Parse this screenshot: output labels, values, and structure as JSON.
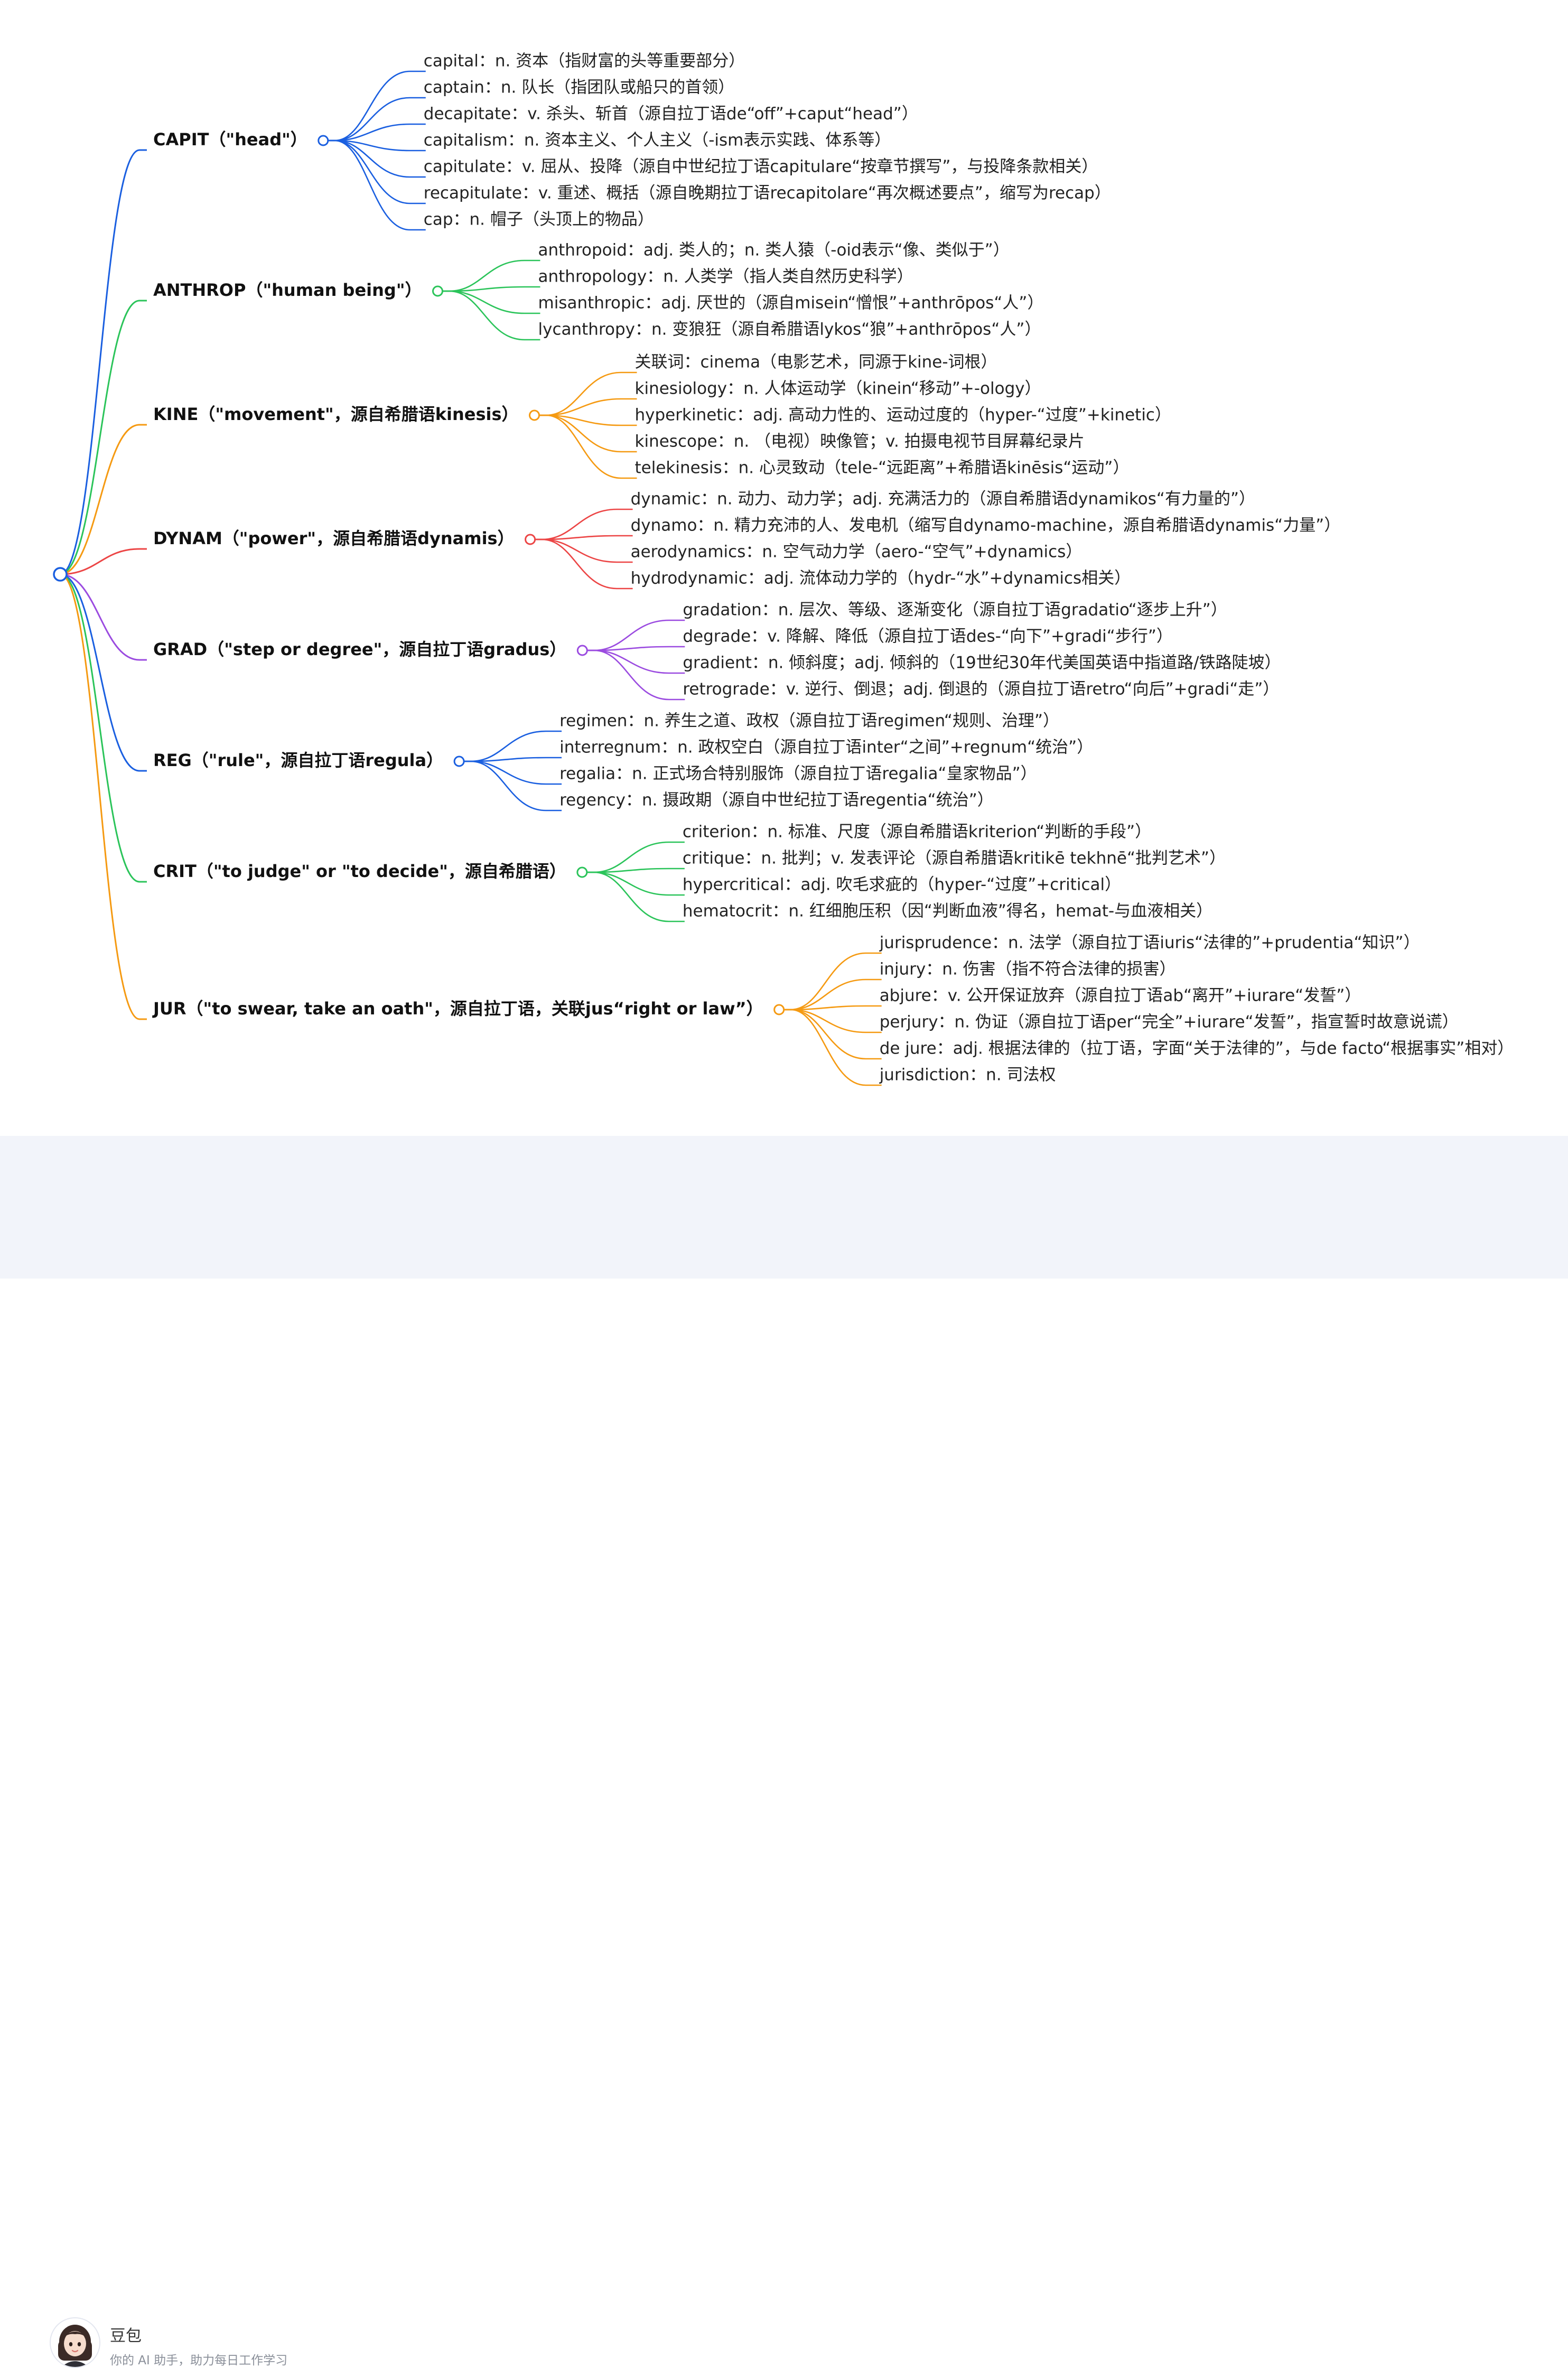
{
  "mindmap": {
    "branches": [
      {
        "label": "CAPIT（\"head\"）",
        "color": "#1a5fe0",
        "children": [
          "capital：n. 资本（指财富的头等重要部分）",
          "captain：n. 队长（指团队或船只的首领）",
          "decapitate：v. 杀头、斩首（源自拉丁语de“off”+caput“head”）",
          "capitalism：n. 资本主义、个人主义（-ism表示实践、体系等）",
          "capitulate：v. 屈从、投降（源自中世纪拉丁语capitulare“按章节撰写”，与投降条款相关）",
          "recapitulate：v. 重述、概括（源自晚期拉丁语recapitolare“再次概述要点”，缩写为recap）",
          "cap：n. 帽子（头顶上的物品）"
        ]
      },
      {
        "label": "ANTHROP（\"human being\"）",
        "color": "#2bc45a",
        "children": [
          "anthropoid：adj. 类人的；n. 类人猿（-oid表示“像、类似于”）",
          "anthropology：n. 人类学（指人类自然历史科学）",
          "misanthropic：adj. 厌世的（源自misein“憎恨”+anthrōpos“人”）",
          "lycanthropy：n. 变狼狂（源自希腊语lykos“狼”+anthrōpos“人”）"
        ]
      },
      {
        "label": "KINE（\"movement\"，源自希腊语kinesis）",
        "color": "#f59a12",
        "children": [
          "关联词：cinema（电影艺术，同源于kine-词根）",
          "kinesiology：n. 人体运动学（kinein“移动”+-ology）",
          "hyperkinetic：adj. 高动力性的、运动过度的（hyper-“过度”+kinetic）",
          "kinescope：n. （电视）映像管；v. 拍摄电视节目屏幕纪录片",
          "telekinesis：n. 心灵致动（tele-“远距离”+希腊语kinēsis“运动”）"
        ]
      },
      {
        "label": "DYNAM（\"power\"，源自希腊语dynamis）",
        "color": "#ec4545",
        "children": [
          "dynamic：n. 动力、动力学；adj. 充满活力的（源自希腊语dynamikos“有力量的”）",
          "dynamo：n. 精力充沛的人、发电机（缩写自dynamo-machine，源自希腊语dynamis“力量”）",
          "aerodynamics：n. 空气动力学（aero-“空气”+dynamics）",
          "hydrodynamic：adj. 流体动力学的（hydr-“水”+dynamics相关）"
        ]
      },
      {
        "label": "GRAD（\"step or degree\"，源自拉丁语gradus）",
        "color": "#9b4be0",
        "children": [
          "gradation：n. 层次、等级、逐渐变化（源自拉丁语gradatio“逐步上升”）",
          "degrade：v. 降解、降低（源自拉丁语des-“向下”+gradi“步行”）",
          "gradient：n. 倾斜度；adj. 倾斜的（19世纪30年代美国英语中指道路/铁路陡坡）",
          "retrograde：v. 逆行、倒退；adj. 倒退的（源自拉丁语retro“向后”+gradi“走”）"
        ]
      },
      {
        "label": "REG（\"rule\"，源自拉丁语regula）",
        "color": "#1a5fe0",
        "children": [
          "regimen：n. 养生之道、政权（源自拉丁语regimen“规则、治理”）",
          "interregnum：n. 政权空白（源自拉丁语inter“之间”+regnum“统治”）",
          "regalia：n. 正式场合特别服饰（源自拉丁语regalia“皇家物品”）",
          "regency：n. 摄政期（源自中世纪拉丁语regentia“统治”）"
        ]
      },
      {
        "label": "CRIT（\"to judge\" or \"to decide\"，源自希腊语）",
        "color": "#2bc45a",
        "children": [
          "criterion：n. 标准、尺度（源自希腊语kriterion“判断的手段”）",
          "critique：n. 批判；v. 发表评论（源自希腊语kritikē tekhnē“批判艺术”）",
          "hypercritical：adj. 吹毛求疵的（hyper-“过度”+critical）",
          "hematocrit：n. 红细胞压积（因“判断血液”得名，hemat-与血液相关）"
        ]
      },
      {
        "label": "JUR（\"to swear, take an oath\"，源自拉丁语，关联jus“right or law”）",
        "color": "#f59a12",
        "children": [
          "jurisprudence：n. 法学（源自拉丁语iuris“法律的”+prudentia“知识”）",
          "injury：n. 伤害（指不符合法律的损害）",
          "abjure：v. 公开保证放弃（源自拉丁语ab“离开”+iurare“发誓”）",
          "perjury：n. 伪证（源自拉丁语per“完全”+iurare“发誓”，指宣誓时故意说谎）",
          "de jure：adj. 根据法律的（拉丁语，字面“关于法律的”，与de facto“根据事实”相对）",
          "jurisdiction：n. 司法权"
        ]
      }
    ]
  },
  "footer": {
    "name": "豆包",
    "tagline": "你的 AI 助手，助力每日工作学习"
  }
}
